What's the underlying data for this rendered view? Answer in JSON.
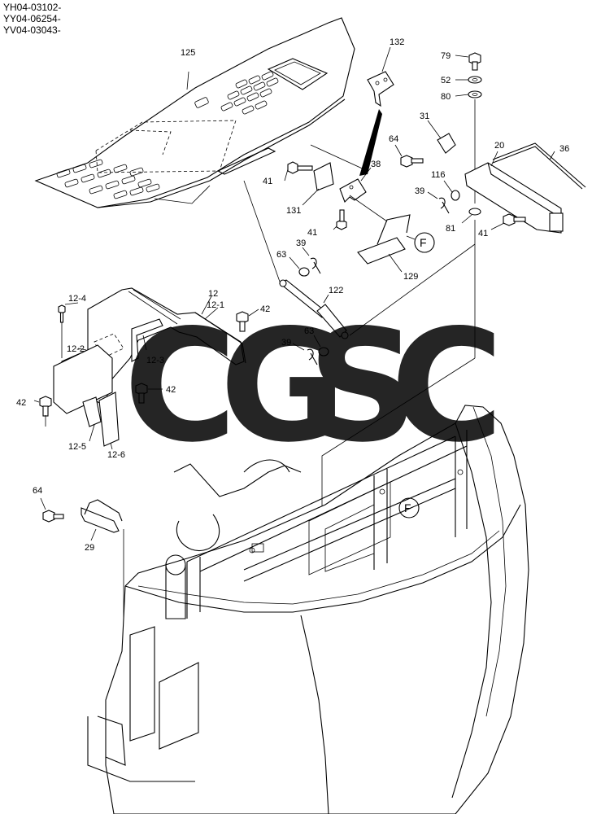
{
  "serial_numbers": [
    "YH04-03102-",
    "YY04-06254-",
    "YV04-03043-"
  ],
  "watermark": {
    "letters": [
      "C",
      "G",
      "S",
      "C"
    ],
    "colors": [
      "#5b8ff9",
      "#f2625f",
      "#ffd84d",
      "#3fa873"
    ]
  },
  "callouts": {
    "p125": "125",
    "p132": "132",
    "p79": "79",
    "p52": "52",
    "p80": "80",
    "p31": "31",
    "p64a": "64",
    "p20": "20",
    "p36": "36",
    "p38": "38",
    "p41a": "41",
    "p116": "116",
    "p131": "131",
    "p39a": "39",
    "p41b": "41",
    "p81": "81",
    "p41c": "41",
    "pF1": "F",
    "p39b": "39",
    "p63a": "63",
    "p129": "129",
    "p122": "122",
    "p12": "12",
    "p121": "12-1",
    "p124": "12-4",
    "p42a": "42",
    "p39c": "39",
    "p63b": "63",
    "p122b": "12-2",
    "p123": "12-3",
    "p42b": "42",
    "p42c": "42",
    "p125b": "12-5",
    "p126": "12-6",
    "p64b": "64",
    "p29": "29",
    "pF2": "F"
  }
}
